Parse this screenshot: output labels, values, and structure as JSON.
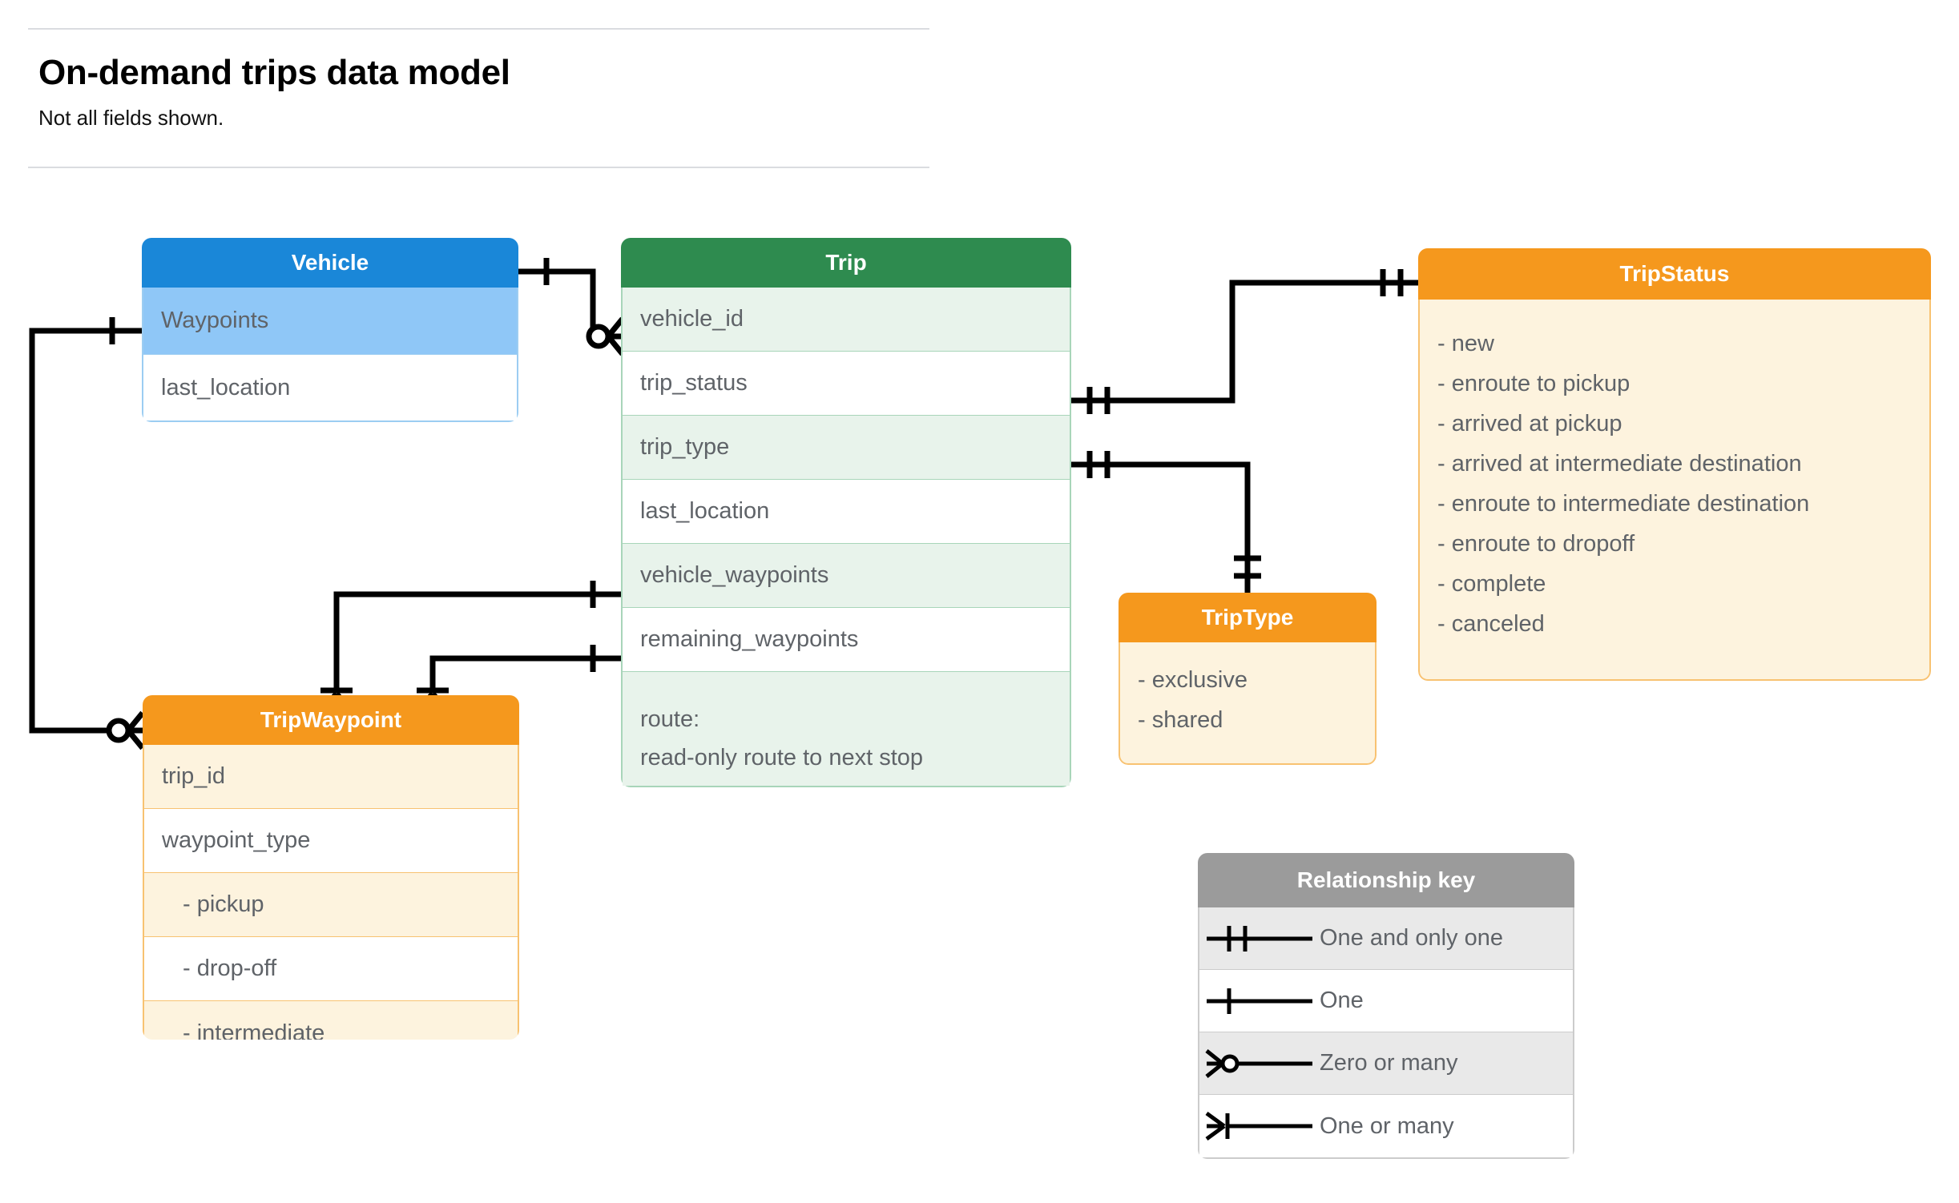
{
  "header": {
    "title": "On-demand trips data model",
    "subtitle": "Not all fields shown."
  },
  "entities": {
    "vehicle": {
      "name": "Vehicle",
      "header_color": "#1a87d8",
      "rows": [
        "Waypoints",
        "last_location"
      ]
    },
    "trip": {
      "name": "Trip",
      "header_color": "#2e8b4f",
      "rows": [
        "vehicle_id",
        "trip_status",
        "trip_type",
        "last_location",
        "vehicle_waypoints",
        "remaining_waypoints"
      ],
      "route_label": "route:",
      "route_note": "read-only route to next stop"
    },
    "tripstatus": {
      "name": "TripStatus",
      "header_color": "#f5981d",
      "values": [
        "- new",
        "- enroute to pickup",
        "- arrived at pickup",
        "- arrived at intermediate destination",
        "- enroute to intermediate destination",
        "- enroute to dropoff",
        "- complete",
        "- canceled"
      ]
    },
    "triptype": {
      "name": "TripType",
      "header_color": "#f5981d",
      "values": [
        "- exclusive",
        "- shared"
      ]
    },
    "tripwaypoint": {
      "name": "TripWaypoint",
      "header_color": "#f5981d",
      "rows": [
        "trip_id",
        "waypoint_type"
      ],
      "enum_rows": [
        "-  pickup",
        "-  drop-off",
        "-  intermediate"
      ]
    }
  },
  "legend": {
    "title": "Relationship key",
    "items": [
      {
        "symbol": "one-and-only-one-icon",
        "label": "One and only one"
      },
      {
        "symbol": "one-icon",
        "label": "One"
      },
      {
        "symbol": "zero-or-many-icon",
        "label": "Zero or many"
      },
      {
        "symbol": "one-or-many-icon",
        "label": "One or many"
      }
    ]
  },
  "colors": {
    "blue": "#1a87d8",
    "blue_light": "#8fc7f7",
    "green": "#2e8b4f",
    "green_light": "#e8f3eb",
    "orange": "#f5981d",
    "orange_light": "#fdf3de",
    "gray": "#9b9b9b",
    "line": "#000000"
  }
}
